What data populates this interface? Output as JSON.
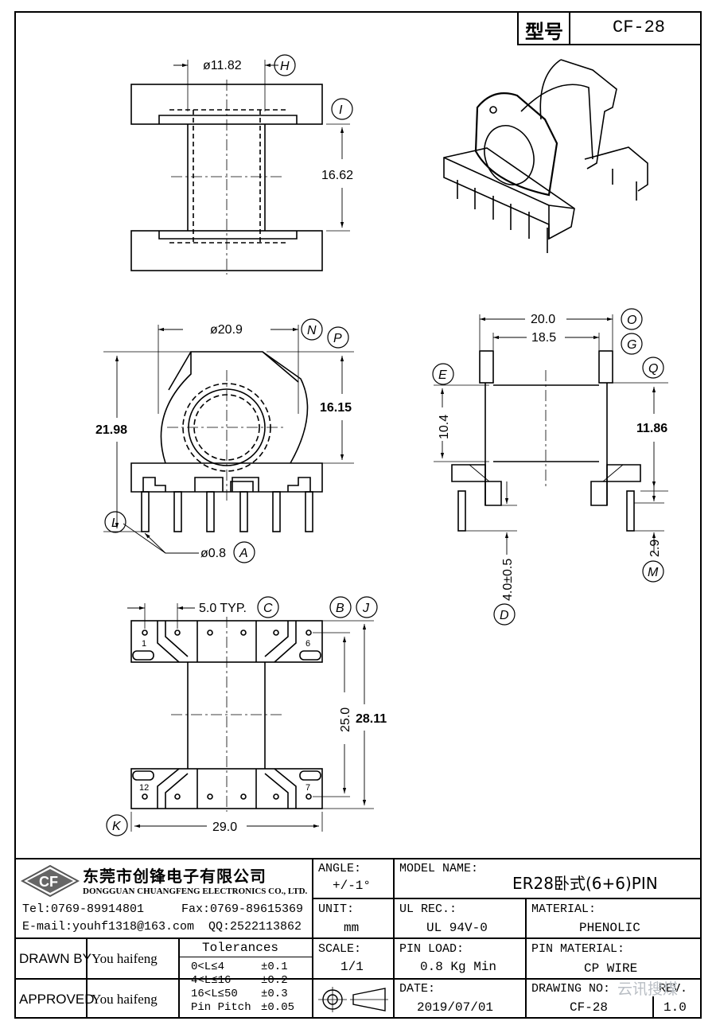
{
  "header": {
    "model_label": "型号",
    "model_value": "CF-28"
  },
  "dims": {
    "top_dia": "ø11.82",
    "top_height": "16.62",
    "front_dia": "ø20.9",
    "front_h1": "21.98",
    "front_h2": "16.15",
    "pin_dia": "ø0.8",
    "side_w1": "20.0",
    "side_w2": "18.5",
    "side_h1": "10.4",
    "side_h2": "11.86",
    "side_pin": "4.0±0.5",
    "side_pin2": "2.9",
    "bot_pitch": "5.0  TYP.",
    "bot_h1": "25.0",
    "bot_h2": "28.11",
    "bot_w": "29.0",
    "pin1": "1",
    "pin6": "6",
    "pin12": "12",
    "pin7": "7"
  },
  "callouts": {
    "H": "H",
    "I": "I",
    "N": "N",
    "P": "P",
    "L": "L",
    "A": "A",
    "O": "O",
    "G": "G",
    "E": "E",
    "Q": "Q",
    "D": "D",
    "M": "M",
    "C": "C",
    "B": "B",
    "J": "J",
    "K": "K"
  },
  "company": {
    "logo": "CF",
    "name_cn": "东莞市创锋电子有限公司",
    "name_en": "DONGGUAN CHUANGFENG ELECTRONICS CO., LTD.",
    "tel": "Tel:0769-89914801",
    "fax": "Fax:0769-89615369",
    "email": "E-mail:youhf1318@163.com",
    "qq": "QQ:2522113862"
  },
  "titleblock": {
    "angle_label": "ANGLE:",
    "angle_value": "+/-1°",
    "model_name_label": "MODEL NAME:",
    "model_name_value": "ER28卧式(6+6)PIN",
    "unit_label": "UNIT:",
    "unit_value": "mm",
    "ul_label": "UL REC.:",
    "ul_value": "UL 94V-0",
    "material_label": "MATERIAL:",
    "material_value": "PHENOLIC",
    "drawn_label": "DRAWN BY",
    "drawn_value": "You haifeng",
    "approved_label": "APPROVED",
    "approved_value": "You haifeng",
    "tol_title": "Tolerances",
    "tol_rows": [
      {
        "range": "0<L≤4",
        "tol": "±0.1"
      },
      {
        "range": "4<L≤16",
        "tol": "±0.2"
      },
      {
        "range": "16<L≤50",
        "tol": "±0.3"
      },
      {
        "range": "Pin Pitch",
        "tol": "±0.05"
      }
    ],
    "scale_label": "SCALE:",
    "scale_value": "1/1",
    "pinload_label": "PIN LOAD:",
    "pinload_value": "0.8 Kg Min",
    "pinmat_label": "PIN MATERIAL:",
    "pinmat_value": "CP WIRE",
    "date_label": "DATE:",
    "date_value": "2019/07/01",
    "drawno_label": "DRAWING NO:",
    "drawno_value": "CF-28",
    "rev_label": "REV.",
    "rev_value": "1.0"
  },
  "watermark": "云讯搜煤"
}
